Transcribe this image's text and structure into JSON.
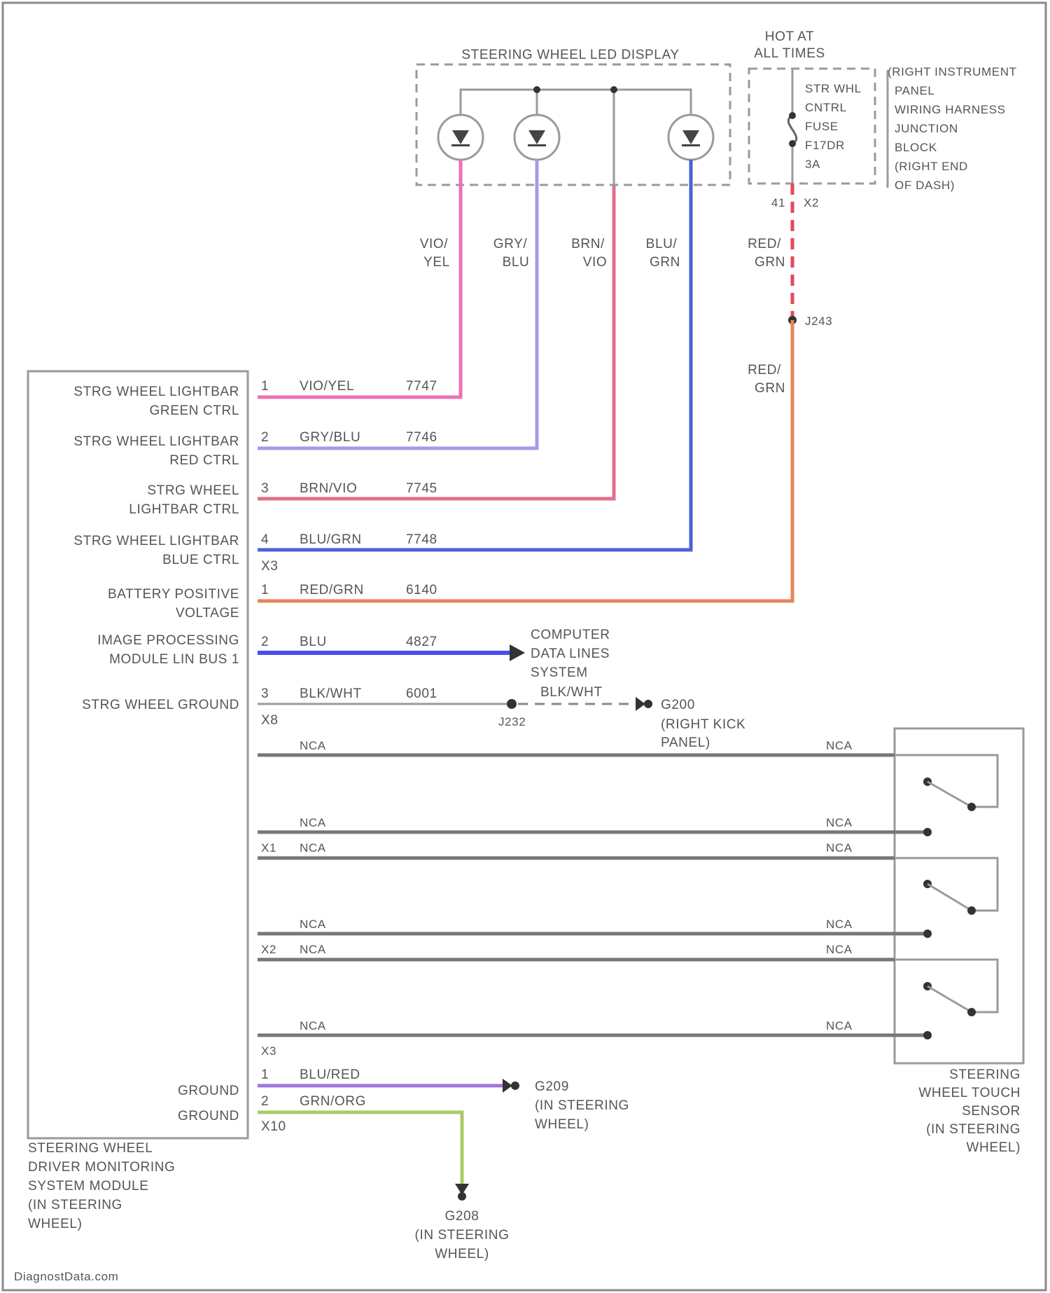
{
  "led_display": {
    "title": "STEERING WHEEL LED DISPLAY"
  },
  "fuse": {
    "note_line1": "HOT AT",
    "note_line2": "ALL TIMES",
    "label": [
      "STR WHL",
      "CNTRL",
      "FUSE",
      "F17DR",
      "3A"
    ],
    "location": [
      "(RIGHT INSTRUMENT",
      "PANEL",
      "WIRING HARNESS",
      "JUNCTION",
      "BLOCK",
      "(RIGHT END",
      "OF DASH)"
    ],
    "pin": "41",
    "connector": "X2"
  },
  "splice": {
    "name": "J243",
    "wire_color_above": [
      "RED/",
      "GRN"
    ],
    "wire_color_below": [
      "RED/",
      "GRN"
    ]
  },
  "vertical_wire_labels": [
    {
      "line1": "VIO/",
      "line2": "YEL"
    },
    {
      "line1": "GRY/",
      "line2": "BLU"
    },
    {
      "line1": "BRN/",
      "line2": "VIO"
    },
    {
      "line1": "BLU/",
      "line2": "GRN"
    }
  ],
  "module": {
    "name": [
      "STEERING WHEEL",
      "DRIVER MONITORING",
      "SYSTEM MODULE",
      "(IN STEERING",
      "WHEEL)"
    ],
    "pins": [
      {
        "label": [
          "STRG WHEEL LIGHTBAR",
          "GREEN CTRL"
        ],
        "pin": "1",
        "wire": "VIO/YEL",
        "circuit": "7747"
      },
      {
        "label": [
          "STRG WHEEL LIGHTBAR",
          "RED CTRL"
        ],
        "pin": "2",
        "wire": "GRY/BLU",
        "circuit": "7746"
      },
      {
        "label": [
          "STRG WHEEL",
          "LIGHTBAR CTRL"
        ],
        "pin": "3",
        "wire": "BRN/VIO",
        "circuit": "7745"
      },
      {
        "label": [
          "STRG WHEEL LIGHTBAR",
          "BLUE CTRL"
        ],
        "pin": "4",
        "wire": "BLU/GRN",
        "circuit": "7748"
      },
      {
        "label": [
          "BATTERY POSITIVE",
          "VOLTAGE"
        ],
        "pin": "1",
        "wire": "RED/GRN",
        "circuit": "6140"
      },
      {
        "label": [
          "IMAGE PROCESSING",
          "MODULE LIN BUS 1"
        ],
        "pin": "2",
        "wire": "BLU",
        "circuit": "4827"
      },
      {
        "label": [
          "STRG WHEEL GROUND"
        ],
        "pin": "3",
        "wire": "BLK/WHT",
        "circuit": "6001"
      }
    ],
    "connector_a": "X3",
    "connector_b": "X8",
    "ground_pins": [
      {
        "label": "GROUND",
        "pin": "1",
        "wire": "BLU/RED"
      },
      {
        "label": "GROUND",
        "pin": "2",
        "wire": "GRN/ORG"
      }
    ],
    "connector_ground": "X10"
  },
  "computer_data": [
    "COMPUTER",
    "DATA LINES",
    "SYSTEM"
  ],
  "ground_path": {
    "splice": "J232",
    "wire": "BLK/WHT",
    "ground": "G200",
    "location": [
      "(RIGHT KICK",
      "PANEL)"
    ]
  },
  "touch_sensor": {
    "name": [
      "STEERING",
      "WHEEL TOUCH",
      "SENSOR",
      "(IN STEERING",
      "WHEEL)"
    ],
    "nca": "NCA",
    "connectors": [
      "X1",
      "X2",
      "X3"
    ]
  },
  "ground_g209": {
    "name": "G209",
    "location": [
      "(IN STEERING",
      "WHEEL)"
    ]
  },
  "ground_g208": {
    "name": "G208",
    "location": [
      "(IN STEERING",
      "WHEEL)"
    ]
  },
  "watermark": "DiagnostData.com",
  "colors": {
    "vio_yel": "#ef6fb4",
    "gry_blu": "#a59ce8",
    "brn_vio": "#e0708a",
    "blu_grn": "#4b62d6",
    "red_grn_fuse": "#e8485a",
    "red_grn": "#e6865a",
    "blu": "#4b4df0",
    "blu_red": "#9f75e0",
    "grn_org": "#a8cc6a"
  }
}
